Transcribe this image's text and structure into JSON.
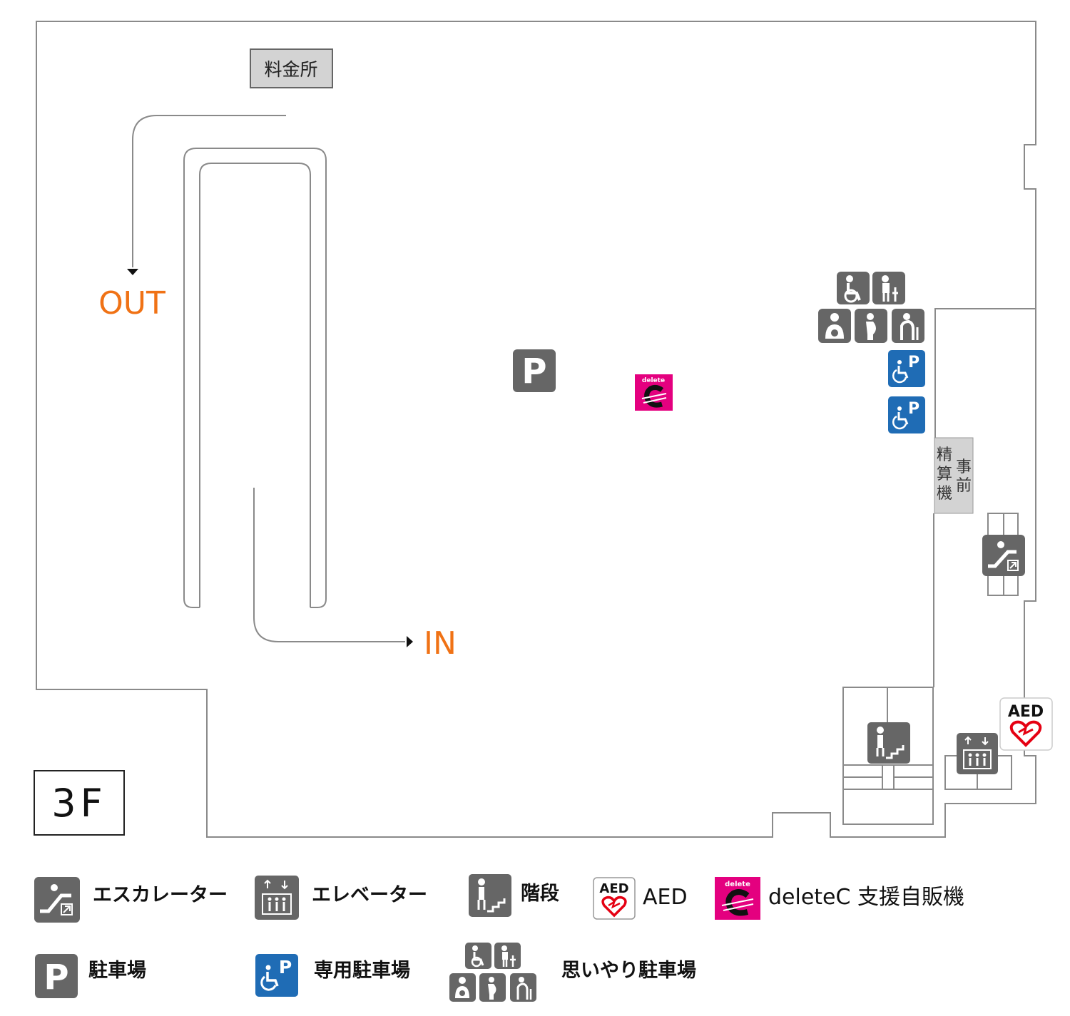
{
  "floor": {
    "label": "3F"
  },
  "map": {
    "toll_booth": "料金所",
    "out_label": "OUT",
    "in_label": "IN",
    "prepay_machine": "事前精算機",
    "prepay_col1": [
      "事",
      "前"
    ],
    "prepay_col2": [
      "精",
      "算",
      "機"
    ],
    "aed_text": "AED",
    "deletec_small": "delete"
  },
  "legend": {
    "escalator": "エスカレーター",
    "elevator": "エレベーター",
    "stairs": "階段",
    "aed": "AED",
    "deletec": "deleteC 支援自販機",
    "parking": "駐車場",
    "accessible_parking": "専用駐車場",
    "courtesy_parking": "思いやり駐車場"
  },
  "colors": {
    "icon_gray": "#666666",
    "accessible_blue": "#1f6cb5",
    "deletec_pink": "#e4007f",
    "aed_red": "#e50012",
    "in_out_orange": "#f07215",
    "wall": "#888888",
    "booth_fill": "#d3d3d3"
  }
}
